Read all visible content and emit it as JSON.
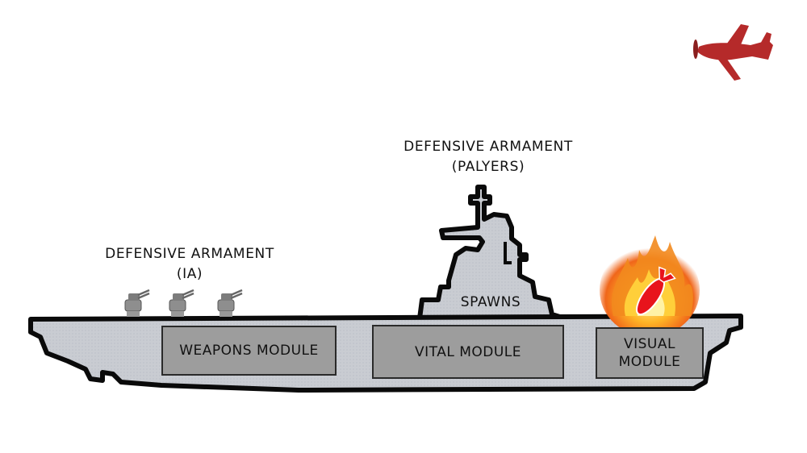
{
  "labels": {
    "armament_players_line1": "DEFENSIVE ARMAMENT",
    "armament_players_line2": "(PALYERS)",
    "armament_ia_line1": "DEFENSIVE ARMAMENT",
    "armament_ia_line2": "(IA)",
    "spawns": "SPAWNS"
  },
  "modules": {
    "weapons": "WEAPONS MODULE",
    "vital": "VITAL MODULE",
    "visual": "VISUAL\nMODULE"
  },
  "colors": {
    "hull_fill": "#c9ccd2",
    "hull_outline": "#0a0a0a",
    "module_fill": "#9d9d9d",
    "turret": "#8e8e8e",
    "plane": "#b52a2a",
    "bomb": "#e8141c",
    "fire_outer": "#f7a21b",
    "fire_inner": "#ffe36a"
  },
  "icons": {
    "plane": "propeller-plane-icon",
    "turret": "deck-gun-icon",
    "bomb": "bomb-icon",
    "fire": "fire-icon"
  }
}
